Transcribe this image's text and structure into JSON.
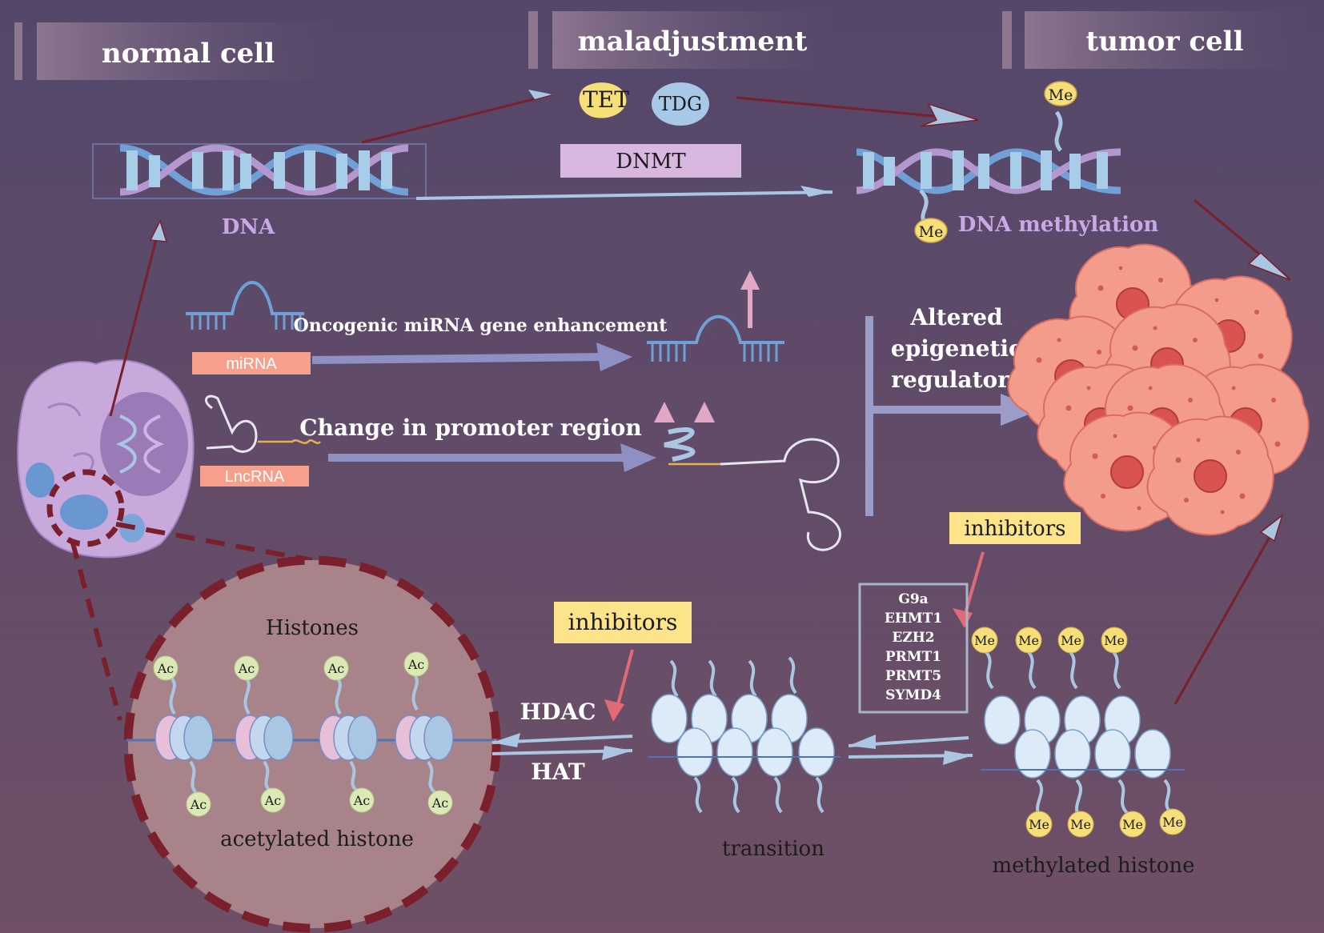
{
  "headers": {
    "normal": "normal cell",
    "maladjustment": "maladjustment",
    "tumor": "tumor cell"
  },
  "dna": {
    "label": "DNA",
    "methylation_label": "DNA methylation",
    "enzymes": {
      "tet": "TET",
      "tdg": "TDG",
      "dnmt": "DNMT"
    },
    "me": "Me"
  },
  "rna": {
    "mirna_tag": "miRNA",
    "mirna_text": "Oncogenic miRNA gene enhancement",
    "lncrna_tag": "LncRNA",
    "lncrna_text": "Change in promoter region",
    "altered": [
      "Altered",
      "epigenetic",
      "regulators"
    ]
  },
  "histone": {
    "histones_label": "Histones",
    "ac": "Ac",
    "me": "Me",
    "acetylated_label": "acetylated histone",
    "transition_label": "transition",
    "methylated_label": "methylated histone",
    "hdac": "HDAC",
    "hat": "HAT",
    "inhibitors_left": "inhibitors",
    "inhibitors_right": "inhibitors",
    "enzyme_list": [
      "G9a",
      "EHMT1",
      "EZH2",
      "PRMT1",
      "PRMT5",
      "SYMD4"
    ]
  },
  "colors": {
    "bg_top": "#54476a",
    "bg_bottom": "#6d5064",
    "arrow_blue": "#a9c6e2",
    "arrow_red": "#7a1f2c",
    "dna_blue": "#a8cde8",
    "dna_purple": "#b79ad1",
    "inhibitor_yellow": "#fde48a",
    "tag_pink": "#f6a08c",
    "tumor": "#f0907e"
  }
}
